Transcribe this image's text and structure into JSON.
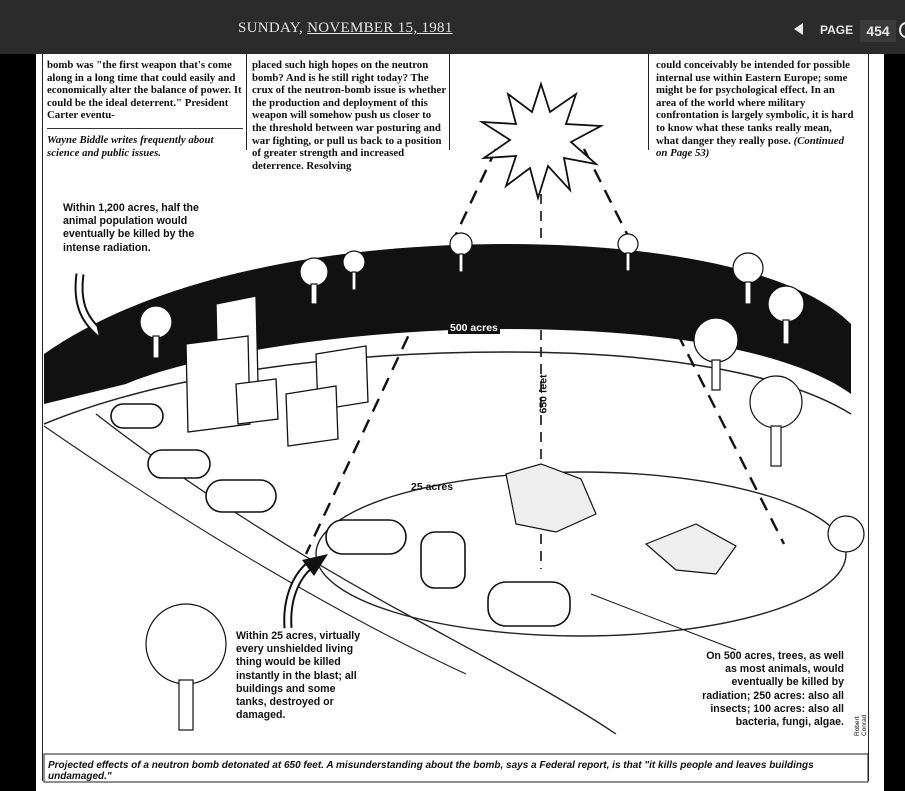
{
  "header": {
    "weekday": "SUNDAY,",
    "month_day": "NOVEMBER 15,",
    "year": "1981",
    "page_label": "PAGE",
    "page_number": "454"
  },
  "article": {
    "col1": {
      "text": "bomb was \"the first weapon that's come along in a long time that could easily and economically alter the balance of power. It could be the ideal deterrent.\" President Carter eventu-",
      "byline": "Wayne Biddle writes frequently about science and public issues."
    },
    "col2": {
      "text": "placed such high hopes on the neutron bomb? And is he still right today? The crux of the neutron-bomb issue is whether the production and deployment of this weapon will somehow push us closer to the threshold between war posturing and war fighting, or pull us back to a position of greater strength and increased deterrence. Resolving"
    },
    "col3": {
      "text": "could conceivably be intended for possible internal use within Eastern Europe; some might be for psychological effect. In an area of the world where military confrontation is largely symbolic, it is hard to know what these tanks really mean, what danger they really pose.",
      "continued": "(Continued on Page 53)"
    }
  },
  "illustration": {
    "callout_1200": "Within 1,200 acres, half the animal population would eventually be killed by the intense radiation.",
    "callout_25": "Within 25 acres, virtually every unshielded living thing would be killed instantly in the blast; all buildings and some tanks, destroyed or damaged.",
    "callout_500": "On 500 acres, trees, as well as most animals, would eventually be killed by radiation; 250 acres: also all insects; 100 acres: also all bacteria, fungi, algae.",
    "label_500": "500 acres",
    "label_25": "25 acres",
    "label_650": "650 feet",
    "artist": "Robert Conrad"
  },
  "caption": "Projected effects of a neutron bomb detonated at 650 feet. A misunderstanding about the bomb, says a Federal report, is that \"it kills people and leaves buildings undamaged.\""
}
